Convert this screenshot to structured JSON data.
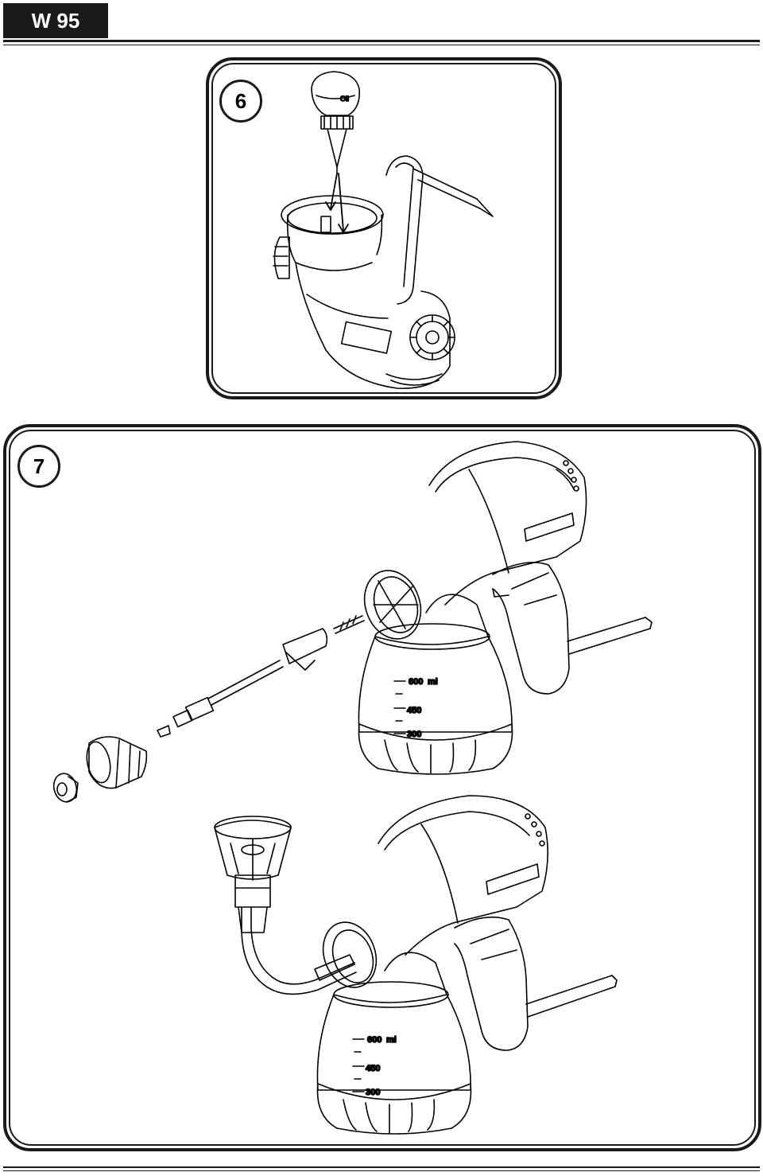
{
  "header": {
    "model": "W 95"
  },
  "steps": [
    {
      "number": "6",
      "bottle_label": "Oil"
    },
    {
      "number": "7",
      "scale": {
        "top": "600",
        "unit": "ml",
        "mid": "450",
        "low": "300"
      }
    }
  ]
}
